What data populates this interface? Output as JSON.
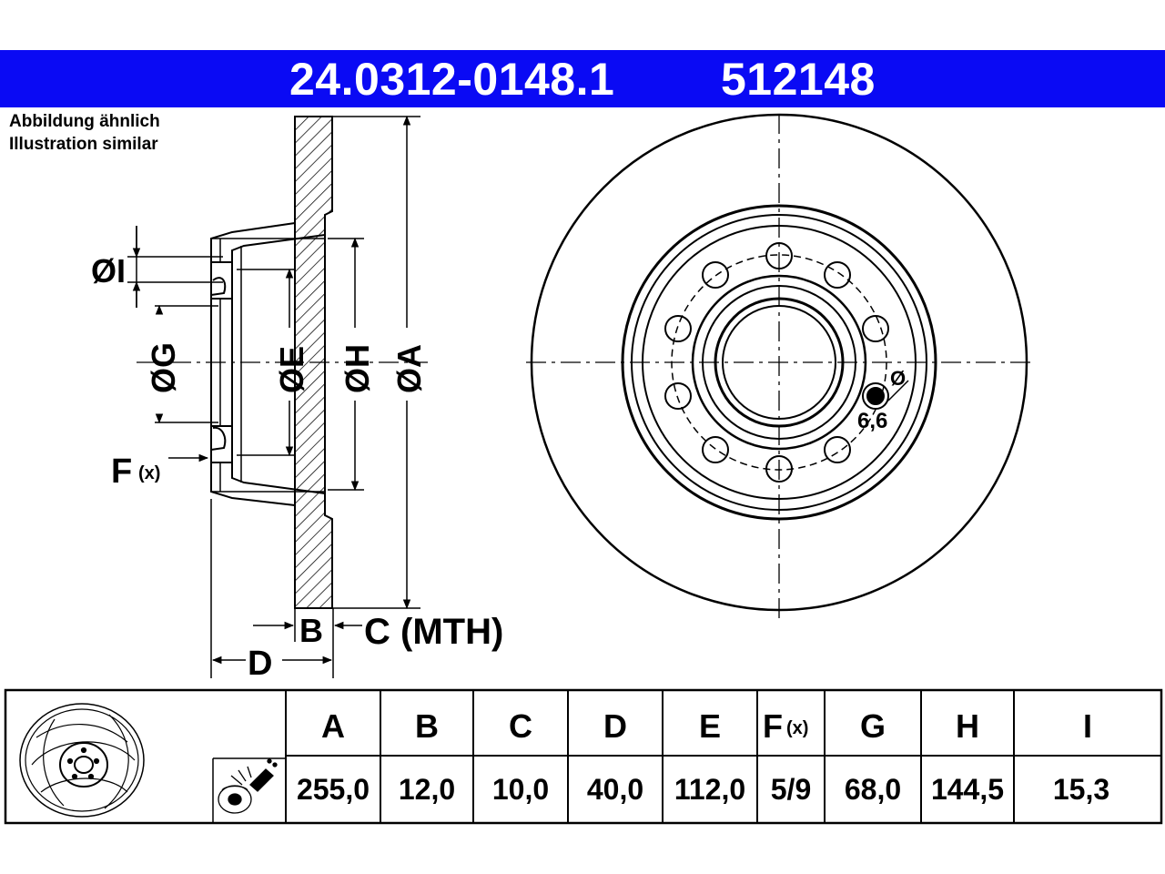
{
  "header": {
    "part_number": "24.0312-0148.1",
    "ref_number": "512148",
    "color": "#0a0af4"
  },
  "notes": {
    "de": "Abbildung ähnlich",
    "en": "Illustration similar"
  },
  "dimension_labels": {
    "I": "ØI",
    "G": "ØG",
    "E": "ØE",
    "H": "ØH",
    "A": "ØA",
    "F": "F",
    "F_sub": "(x)",
    "B": "B",
    "C": "C (MTH)",
    "D": "D"
  },
  "hole_label": {
    "symbol": "Ø",
    "value": "6,6"
  },
  "table": {
    "headers": [
      "A",
      "B",
      "C",
      "D",
      "E",
      "F",
      "G",
      "H",
      "I"
    ],
    "f_sub": "(x)",
    "values": [
      "255,0",
      "12,0",
      "10,0",
      "40,0",
      "112,0",
      "5/9",
      "68,0",
      "144,5",
      "15,3"
    ]
  },
  "icons": [
    "brake-disc-icon",
    "spray-can-icon"
  ]
}
